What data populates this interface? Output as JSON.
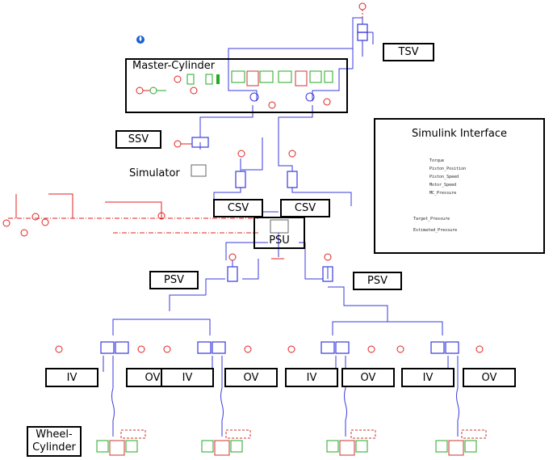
{
  "labels": {
    "tsv": "TSV",
    "master_cylinder": "Master-Cylinder",
    "ssv": "SSV",
    "simulator": "Simulator",
    "csv_left": "CSV",
    "csv_right": "CSV",
    "psu": "PSU",
    "psv_left": "PSV",
    "psv_right": "PSV",
    "iv": [
      "IV",
      "IV",
      "IV",
      "IV"
    ],
    "ov": [
      "OV",
      "OV",
      "OV",
      "OV"
    ],
    "wheel_cylinder": "Wheel-\nCylinder"
  },
  "simulink": {
    "title": "Simulink Interface",
    "outputs": [
      "Torque",
      "Piston_Position",
      "Piston_Speed",
      "Motor_Speed",
      "MC_Pressure"
    ],
    "inputs": [
      "Target_Pressure",
      "Estimated_Pressure"
    ]
  },
  "colors": {
    "hydraulic_line": "#3a3adf",
    "signal_line": "#e02020",
    "mechanical": "#22aa22",
    "valve_body": "#3a3adf",
    "actuator": "#cc3333"
  },
  "icons": [
    "droplet-icon"
  ]
}
